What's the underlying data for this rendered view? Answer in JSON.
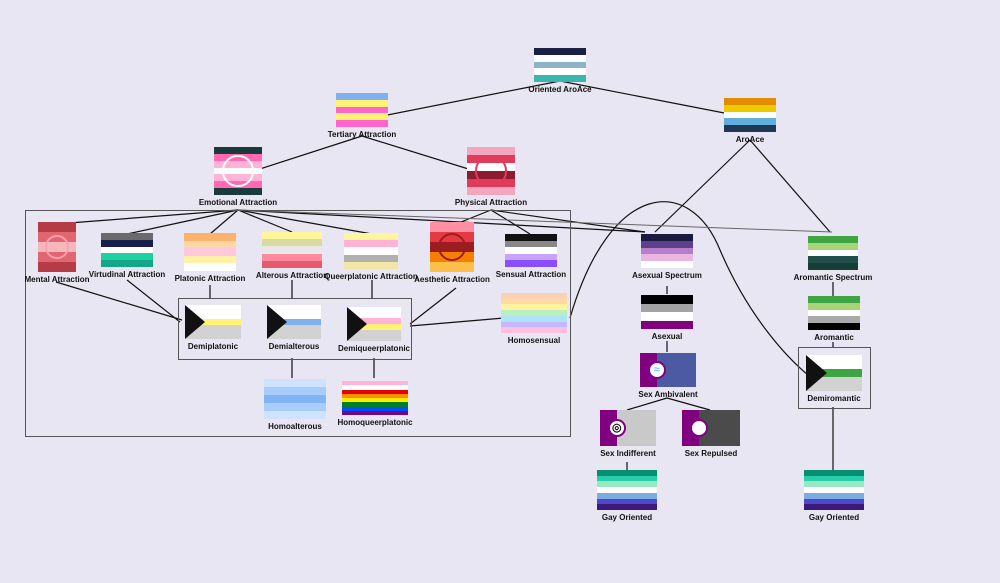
{
  "nodes": {
    "oriented_aroace": {
      "label": "Oriented AroAce",
      "stripes": [
        "#1a1f45",
        "#ffffff",
        "#8fb3c6",
        "#ffffff",
        "#3bb6ad"
      ]
    },
    "aroace": {
      "label": "AroAce",
      "stripes": [
        "#e28c00",
        "#ecc900",
        "#ffffff",
        "#62aedc",
        "#203856"
      ]
    },
    "tertiary": {
      "label": "Tertiary Attraction",
      "stripes": [
        "#7fb0f0",
        "#fff275",
        "#ff66cc",
        "#fff275",
        "#ff66cc"
      ]
    },
    "emotional": {
      "label": "Emotional Attraction",
      "stripes": [
        "#193b3b",
        "#ff69b4",
        "#ffb3d9",
        "#ffffff",
        "#ffb3d9",
        "#ff69b4",
        "#193b3b"
      ]
    },
    "physical": {
      "label": "Physical Attraction",
      "stripes": [
        "#f4a6c0",
        "#e03c5a",
        "#ffffff",
        "#8c1c2f",
        "#e03c5a",
        "#f4a6c0"
      ]
    },
    "mental": {
      "label": "Mental Attraction",
      "stripes": [
        "#b53b46",
        "#e06770",
        "#f5b6bc",
        "#e06770",
        "#b53b46"
      ]
    },
    "virtudinal": {
      "label": "Virtudinal Attraction",
      "stripes": [
        "#6a6a6a",
        "#17204a",
        "#ffffff",
        "#1dd1a1",
        "#17a589"
      ]
    },
    "platonic": {
      "label": "Platonic Attraction",
      "stripes": [
        "#ffb26b",
        "#ffd6a5",
        "#ffc8dd",
        "#fff2a6",
        "#ffffff"
      ]
    },
    "alterous": {
      "label": "Alterous Attraction",
      "stripes": [
        "#fff59a",
        "#d9d9a0",
        "#e8e8e8",
        "#ff8aa0",
        "#e55a6f"
      ]
    },
    "queerplatonic": {
      "label": "Queerplatonic Attraction",
      "stripes": [
        "#fff59a",
        "#ffb3d9",
        "#ffffff",
        "#b0b0b0",
        "#f2e6a6"
      ]
    },
    "aesthetic": {
      "label": "Aesthetic Attraction",
      "stripes": [
        "#ff8fa3",
        "#e63946",
        "#9b1d20",
        "#f77f00",
        "#fcbf49"
      ]
    },
    "sensual": {
      "label": "Sensual Attraction",
      "stripes": [
        "#111111",
        "#888888",
        "#ffffff",
        "#c8a2ff",
        "#8a4dff"
      ]
    },
    "asexual_spectrum": {
      "label": "Asexual Spectrum",
      "stripes": [
        "#1a1a40",
        "#5d3f8c",
        "#b57fc9",
        "#e8b6e0",
        "#ffffff"
      ]
    },
    "asexual": {
      "label": "Asexual",
      "stripes": [
        "#000000",
        "#a3a3a3",
        "#ffffff",
        "#800080"
      ]
    },
    "sex_ambivalent": {
      "label": "Sex Ambivalent",
      "stripes": [
        "#4c5aa3"
      ]
    },
    "sex_indifferent": {
      "label": "Sex Indifferent",
      "stripes": [
        "#c9c9c9"
      ]
    },
    "sex_repulsed": {
      "label": "Sex Repulsed",
      "stripes": [
        "#4b4b4b"
      ]
    },
    "gay_oriented_ace": {
      "label": "Gay Oriented",
      "stripes": [
        "#078d70",
        "#26ceaa",
        "#98e8c1",
        "#ffffff",
        "#7bade2",
        "#5049cc",
        "#3d1a78"
      ]
    },
    "aromantic_spectrum": {
      "label": "Aromantic Spectrum",
      "stripes": [
        "#3da542",
        "#a7d379",
        "#ffffff",
        "#1f4f4a",
        "#173d37"
      ]
    },
    "aromantic": {
      "label": "Aromantic",
      "stripes": [
        "#3da542",
        "#a7d379",
        "#ffffff",
        "#a9a9a9",
        "#000000"
      ]
    },
    "demiromantic": {
      "label": "Demiromantic",
      "stripes": [
        "#ffffff",
        "#ffffff",
        "#3da542",
        "#d2d2d2",
        "#d2d2d2"
      ]
    },
    "gay_oriented_aro": {
      "label": "Gay Oriented",
      "stripes": [
        "#078d70",
        "#26ceaa",
        "#98e8c1",
        "#ffffff",
        "#7bade2",
        "#5049cc",
        "#3d1a78"
      ]
    },
    "demiplatonic": {
      "label": "Demiplatonic",
      "stripes": [
        "#ffffff",
        "#ffffff",
        "#fff275",
        "#d2d2d2",
        "#d2d2d2"
      ]
    },
    "demialterous": {
      "label": "Demialterous",
      "stripes": [
        "#ffffff",
        "#ffffff",
        "#7fb0f0",
        "#d2d2d2",
        "#d2d2d2"
      ]
    },
    "demiqueerplatonic": {
      "label": "Demiqueerplatonic",
      "stripes": [
        "#ffffff",
        "#ffffff",
        "#ffb3d9",
        "#fff275",
        "#d2d2d2",
        "#d2d2d2"
      ]
    },
    "homosensual": {
      "label": "Homosensual",
      "stripes": [
        "#fbd2b5",
        "#ffd9a0",
        "#fff3a0",
        "#b8f0c0",
        "#aee3f5",
        "#c6b8ff",
        "#ffc0e0"
      ]
    },
    "homoalterous": {
      "label": "Homoalterous",
      "stripes": [
        "#cfe2ff",
        "#a9cdfb",
        "#7fb4f6",
        "#a9cdfb",
        "#cfe2ff"
      ]
    },
    "homoqueerplatonic": {
      "label": "Homoqueerplatonic",
      "stripes": [
        "#ffb3d9",
        "#ffffff",
        "#e40303",
        "#ff8c00",
        "#ffed00",
        "#008026",
        "#004dff",
        "#750787"
      ]
    }
  }
}
